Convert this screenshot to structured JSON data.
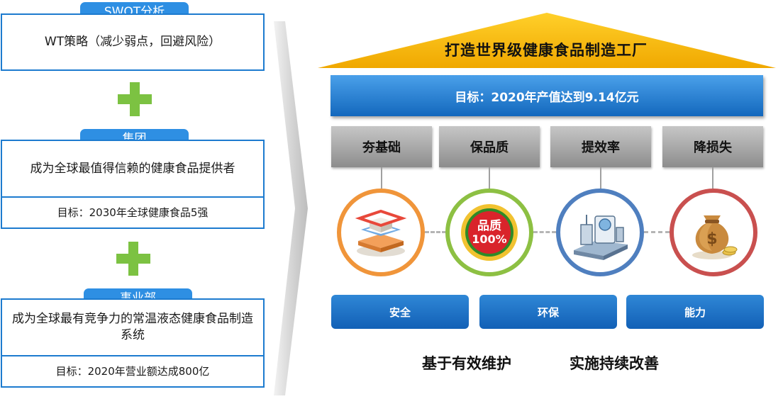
{
  "left": {
    "swot_label": "SWOT分析",
    "swot_text": "WT策略（减少弱点，回避风险）",
    "group_label": "集团",
    "group_text": "成为全球最值得信赖的健康食品提供者",
    "group_target": "目标：2030年全球健康食品5强",
    "division_label": "事业部",
    "division_text": "成为全球最有竞争力的常温液态健康食品制造系统",
    "division_target": "目标：2020年营业额达成800亿"
  },
  "right": {
    "title": "打造世界级健康食品制造工厂",
    "goal": "目标：2020年产值达到9.14亿元",
    "pillars": [
      "夯基础",
      "保品质",
      "提效率",
      "降损失"
    ],
    "quality_badge_line1": "品质",
    "quality_badge_line2": "100%",
    "bottom_boxes": [
      "安全",
      "环保",
      "能力"
    ],
    "bottom_left": "基于有效维护",
    "bottom_right": "实施持续改善"
  },
  "colors": {
    "accent_blue": "#2e8fe3",
    "plus_green": "#7cc242",
    "roof_gold": "#f5b800",
    "ring_orange": "#f0953a",
    "ring_green": "#8dc043",
    "ring_blue": "#4f7fbf",
    "ring_red": "#c9504f"
  }
}
